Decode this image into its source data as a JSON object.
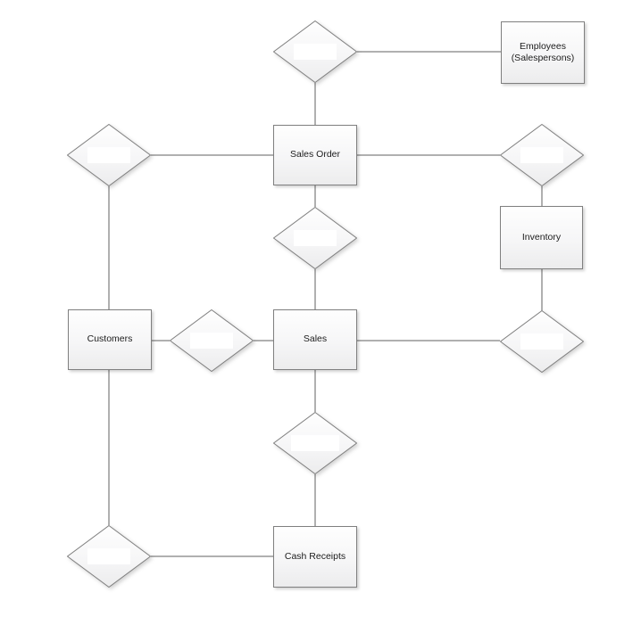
{
  "diagram": {
    "type": "entity-relationship-diagram",
    "entities": [
      {
        "id": "employees",
        "label": "Employees",
        "label2": "(Salespersons)"
      },
      {
        "id": "sales-order",
        "label": "Sales Order"
      },
      {
        "id": "inventory",
        "label": "Inventory"
      },
      {
        "id": "customers",
        "label": "Customers"
      },
      {
        "id": "sales",
        "label": "Sales"
      },
      {
        "id": "cash-receipts",
        "label": "Cash Receipts"
      }
    ],
    "relationships": [
      {
        "id": "rel-salesorder-employees",
        "label": "",
        "between": [
          "Sales Order",
          "Employees (Salespersons)"
        ]
      },
      {
        "id": "rel-salesorder-customers",
        "label": "",
        "between": [
          "Sales Order",
          "Customers"
        ]
      },
      {
        "id": "rel-salesorder-inventory",
        "label": "",
        "between": [
          "Sales Order",
          "Inventory"
        ]
      },
      {
        "id": "rel-salesorder-sales",
        "label": "",
        "between": [
          "Sales Order",
          "Sales"
        ]
      },
      {
        "id": "rel-customers-sales",
        "label": "",
        "between": [
          "Customers",
          "Sales"
        ]
      },
      {
        "id": "rel-inventory-sales",
        "label": "",
        "between": [
          "Inventory",
          "Sales"
        ]
      },
      {
        "id": "rel-sales-cashreceipts",
        "label": "",
        "between": [
          "Sales",
          "Cash Receipts"
        ]
      },
      {
        "id": "rel-customers-cashreceipts",
        "label": "",
        "between": [
          "Customers",
          "Cash Receipts"
        ]
      }
    ],
    "colors": {
      "background": "#ffffff",
      "shape_border": "#7f7f7f",
      "shape_fill_top": "#fefefe",
      "shape_fill_bottom": "#ececed",
      "connector": "#606060",
      "text": "#1c1c1c",
      "blank_label_patch": "#ffffff"
    }
  }
}
